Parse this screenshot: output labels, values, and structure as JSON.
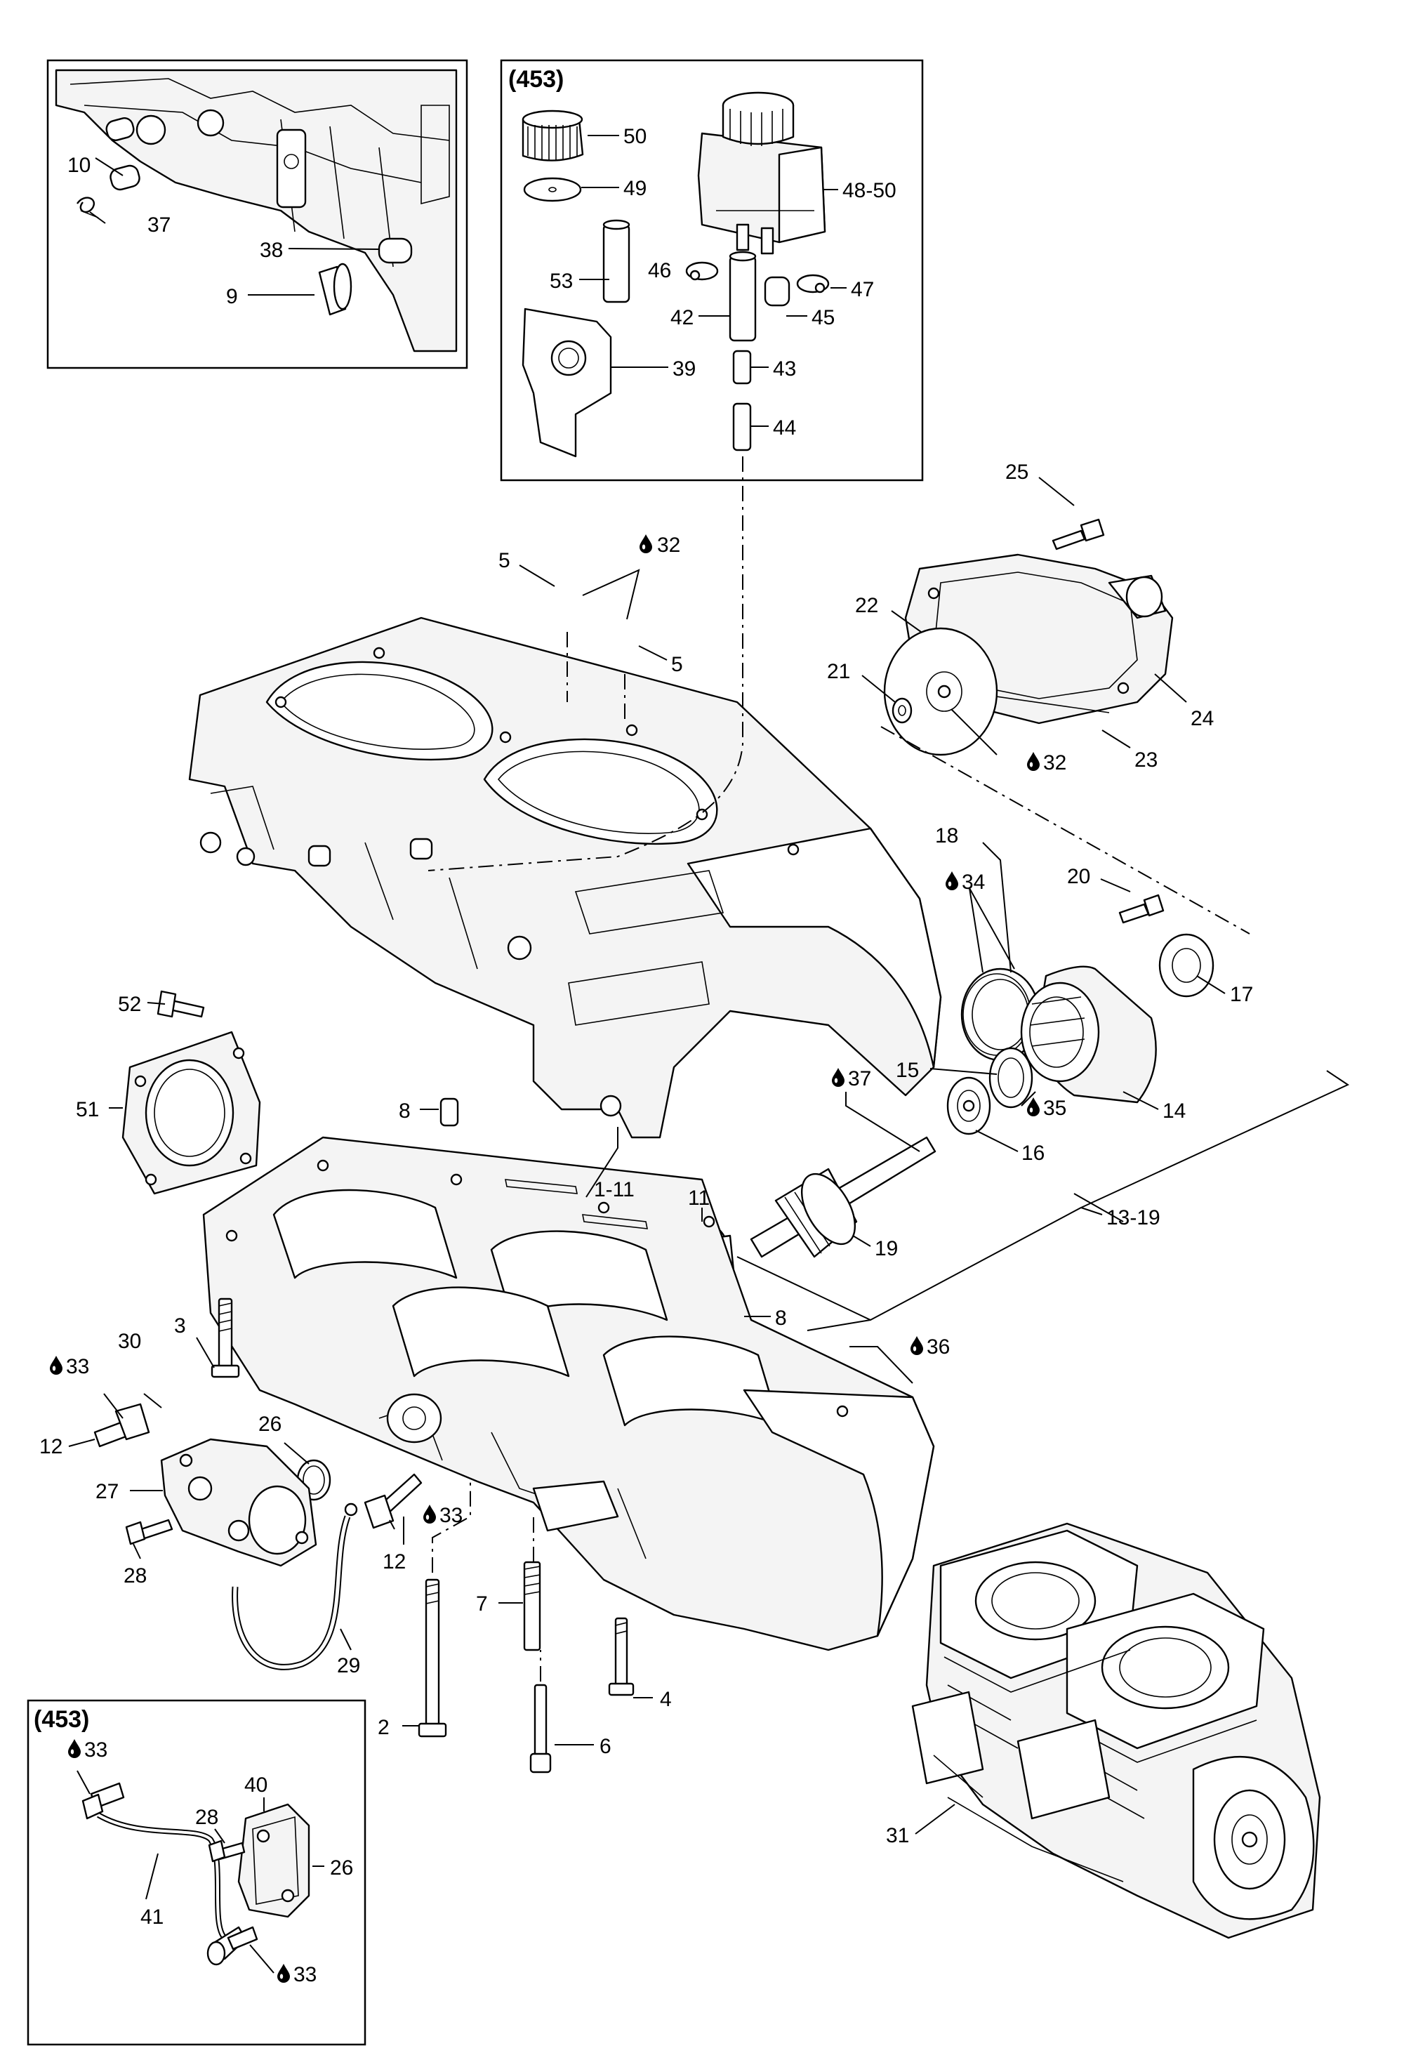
{
  "inset_boxes": [
    {
      "id": "top-left",
      "title": ""
    },
    {
      "id": "top-center",
      "title": "(453)"
    },
    {
      "id": "bottom-left",
      "title": "(453)"
    }
  ],
  "callouts": {
    "c10": "10",
    "c37": "37",
    "c38": "38",
    "c9": "9",
    "c50": "50",
    "c49": "49",
    "c48_50": "48-50",
    "c53": "53",
    "c46": "46",
    "c47": "47",
    "c42": "42",
    "c45": "45",
    "c39": "39",
    "c43": "43",
    "c44": "44",
    "c25": "25",
    "c5a": "5",
    "c32a": "32",
    "c5b": "5",
    "c22": "22",
    "c21": "21",
    "c24": "24",
    "c23": "23",
    "c32b": "32",
    "c18": "18",
    "c34": "34",
    "c20": "20",
    "c52": "52",
    "c17": "17",
    "c15": "15",
    "c37b": "37",
    "c35": "35",
    "c14": "14",
    "c16": "16",
    "c51": "51",
    "c8a": "8",
    "c1_11": "1-11",
    "c11": "11",
    "c19": "19",
    "c13_19": "13-19",
    "c8b": "8",
    "c3": "3",
    "c30": "30",
    "c36": "36",
    "c33a": "33",
    "c26a": "26",
    "c12a": "12",
    "c27": "27",
    "c33b": "33",
    "c12b": "12",
    "c28a": "28",
    "c7": "7",
    "c29": "29",
    "c2": "2",
    "c4": "4",
    "c6": "6",
    "c33c": "33",
    "c40": "40",
    "c28b": "28",
    "c26b": "26",
    "c41": "41",
    "c33d": "33",
    "c31": "31"
  },
  "icons": {
    "lubricant": "oil-drop-icon"
  }
}
